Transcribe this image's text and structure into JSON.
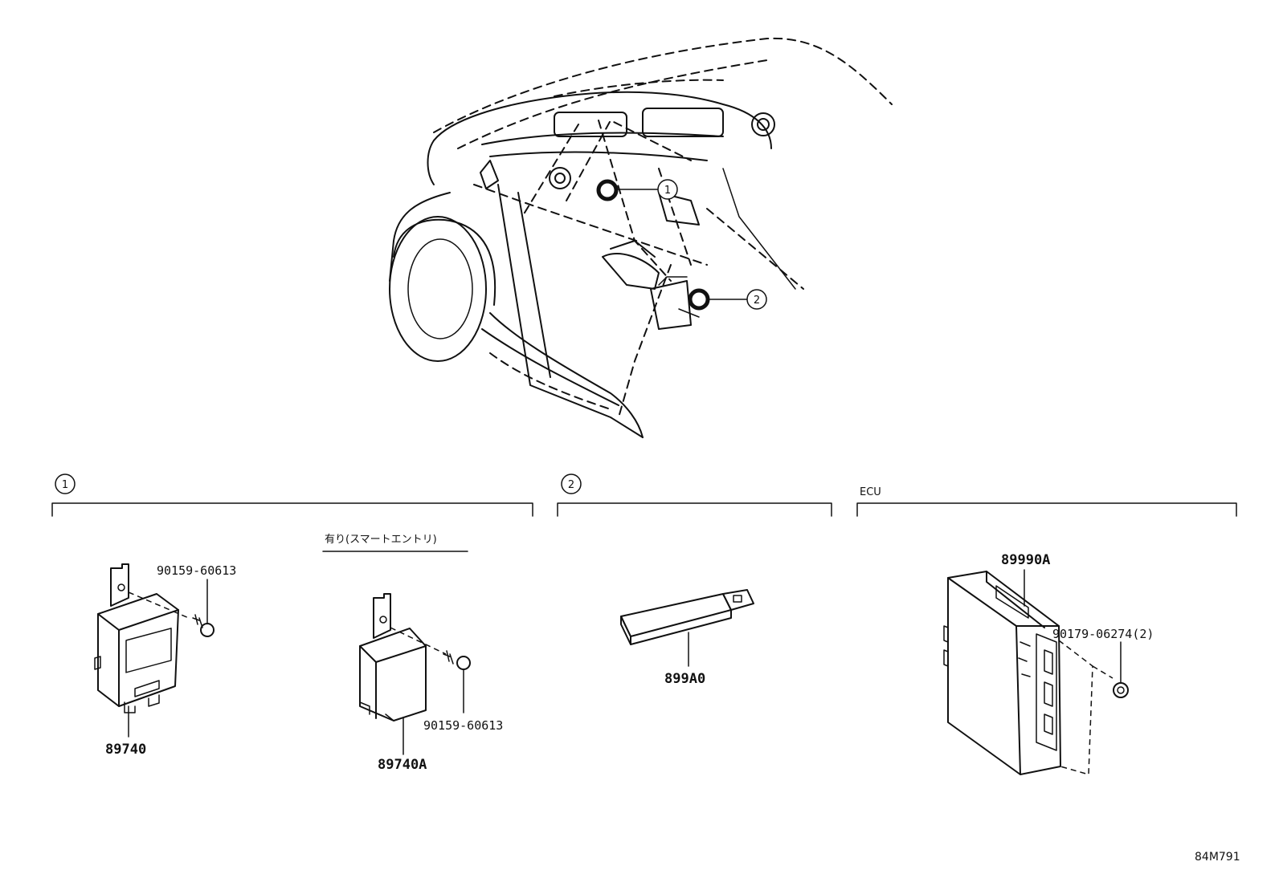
{
  "callouts": {
    "one": "1",
    "two": "2"
  },
  "sections": {
    "one": {
      "label": "1"
    },
    "two": {
      "label": "2"
    },
    "ecu": {
      "label": "ECU"
    }
  },
  "note": "有り(スマートエントリ)",
  "parts": {
    "p89740": "89740",
    "p89740A": "89740A",
    "p899A0": "899A0",
    "p89990A": "89990A",
    "bolt1": "90159-60613",
    "bolt2": "90159-60613",
    "bolt3": "90179-06274(2)"
  },
  "diagram_id": "84M791"
}
